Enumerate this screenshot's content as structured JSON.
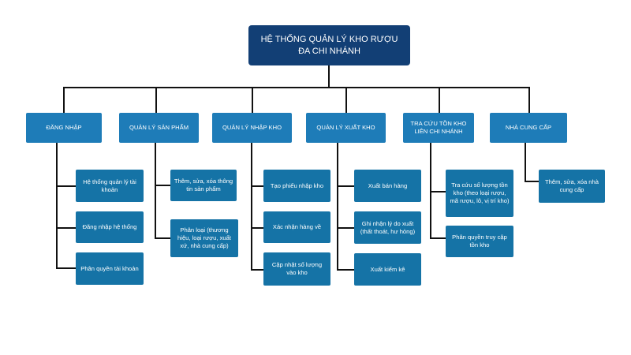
{
  "root": {
    "title": "HỆ THỐNG QUẢN LÝ KHO RƯỢU ĐA CHI NHÁNH"
  },
  "colors": {
    "root": "#123f75",
    "category": "#1e7cb8",
    "item": "#1573a6",
    "line": "#111111"
  },
  "categories": [
    {
      "label": "ĐĂNG NHẬP",
      "items": [
        "Hệ thống quản lý tài khoản",
        "Đăng nhập hệ thống",
        "Phân quyền tài khoản"
      ]
    },
    {
      "label": "QUẢN LÝ SẢN PHẨM",
      "items": [
        "Thêm, sửa, xóa thông tin sản phẩm",
        "Phân loại (thương hiệu, loại rượu, xuất xứ, nhà cung cấp)"
      ]
    },
    {
      "label": "QUẢN LÝ NHẬP KHO",
      "items": [
        "Tạo phiếu nhập kho",
        "Xác nhận hàng về",
        "Cập nhật số lượng vào kho"
      ]
    },
    {
      "label": "QUẢN LÝ XUẤT KHO",
      "items": [
        "Xuất bán hàng",
        "Ghi nhận lý do xuất (thất thoát, hư hỏng)",
        "Xuất kiểm kê"
      ]
    },
    {
      "label": "TRA CỨU TỒN KHO LIÊN CHI NHÁNH",
      "items": [
        "Tra cứu số lượng tồn kho (theo loại rượu, mã rượu, lô, vị trí kho)",
        "Phân quyền truy cập tồn kho"
      ]
    },
    {
      "label": "NHÀ CUNG CẤP",
      "items": [
        "Thêm, sửa, xóa nhà cung cấp"
      ]
    }
  ]
}
